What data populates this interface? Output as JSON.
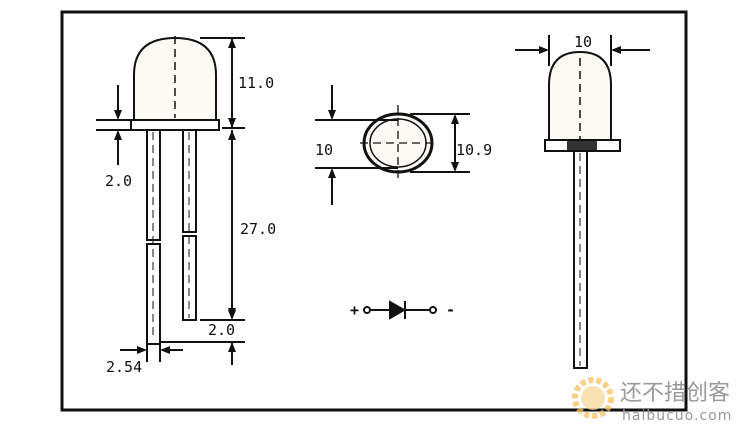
{
  "labels": {
    "dome_height": "11.0",
    "flange_height": "2.0",
    "lead_length": "27.0",
    "lead_offset": "2.0",
    "lead_spacing": "2.54",
    "top_width": "10",
    "top_height": "10.9",
    "side_width": "10"
  },
  "symbol": {
    "plus": "+",
    "minus": "-"
  },
  "watermark": {
    "cn": "还不措创客",
    "url": "haibucuo.com"
  }
}
